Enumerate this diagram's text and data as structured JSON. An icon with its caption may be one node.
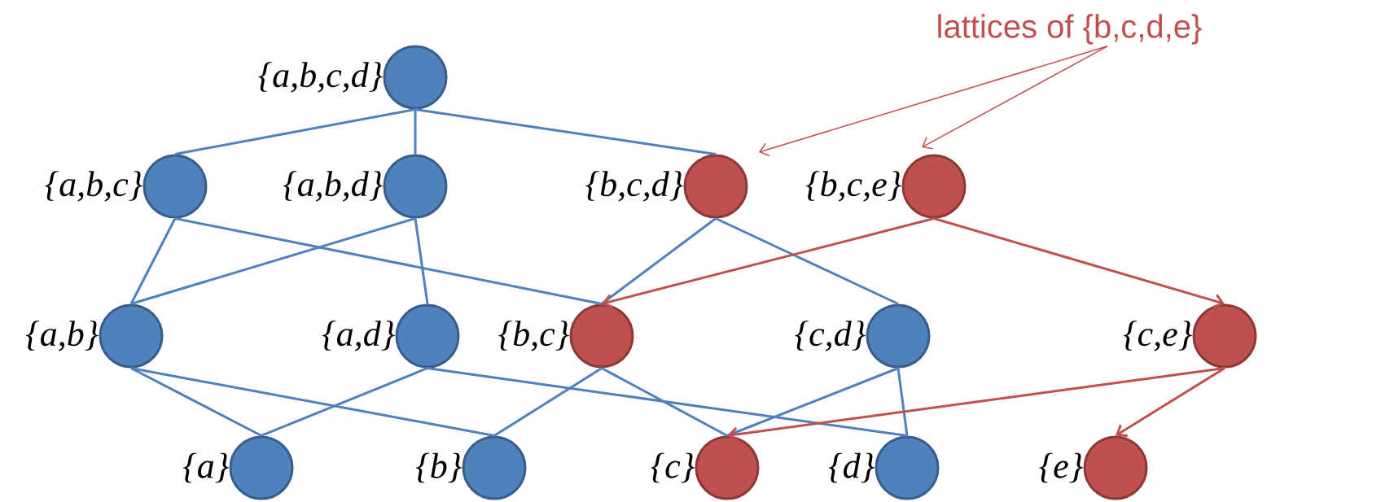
{
  "diagram": {
    "nodes": [
      {
        "text": [
          "lattices of {b,c,d,e}"
        ]
      },
      {
        "text": [
          "{a,b,c,d}"
        ]
      },
      {
        "text": [
          "{a,b,c}"
        ]
      },
      {
        "text": [
          "{a,b,d}"
        ]
      },
      {
        "text": [
          "{b,c,d}"
        ]
      },
      {
        "text": [
          "{b,c,e}"
        ]
      },
      {
        "text": [
          "{a,b}"
        ]
      },
      {
        "text": [
          "{a,d}"
        ]
      },
      {
        "text": [
          "{b,c}"
        ]
      },
      {
        "text": [
          "{c,d}"
        ]
      },
      {
        "text": [
          "{c,e}"
        ]
      },
      {
        "text": [
          "{a}"
        ]
      },
      {
        "text": [
          "{b}"
        ]
      },
      {
        "text": [
          "{c}"
        ]
      },
      {
        "text": [
          "{d}"
        ]
      },
      {
        "text": [
          "{e}"
        ]
      }
    ],
    "edges": [
      {
        "from": 0,
        "to": 4,
        "arrow": "to",
        "color": "#c0504d"
      },
      {
        "from": 0,
        "to": 5,
        "arrow": "to",
        "color": "#c0504d"
      },
      {
        "from": 1,
        "to": 2,
        "arrow": "none"
      },
      {
        "from": 1,
        "to": 3,
        "arrow": "none"
      },
      {
        "from": 1,
        "to": 4,
        "arrow": "none"
      },
      {
        "from": 2,
        "to": 6,
        "arrow": "none"
      },
      {
        "from": 2,
        "to": 8,
        "arrow": "none"
      },
      {
        "from": 3,
        "to": 6,
        "arrow": "none"
      },
      {
        "from": 3,
        "to": 7,
        "arrow": "none"
      },
      {
        "from": 4,
        "to": 8,
        "arrow": "none"
      },
      {
        "from": 4,
        "to": 9,
        "arrow": "none"
      },
      {
        "from": 5,
        "to": 8,
        "arrow": "to",
        "color": "#c0504d"
      },
      {
        "from": 5,
        "to": 10,
        "arrow": "to",
        "color": "#c0504d"
      },
      {
        "from": 6,
        "to": 11,
        "arrow": "none"
      },
      {
        "from": 6,
        "to": 12,
        "arrow": "none"
      },
      {
        "from": 7,
        "to": 11,
        "arrow": "none"
      },
      {
        "from": 7,
        "to": 14,
        "arrow": "none"
      },
      {
        "from": 8,
        "to": 12,
        "arrow": "none"
      },
      {
        "from": 8,
        "to": 13,
        "arrow": "none"
      },
      {
        "from": 9,
        "to": 13,
        "arrow": "none"
      },
      {
        "from": 9,
        "to": 14,
        "arrow": "none"
      },
      {
        "from": 10,
        "to": 13,
        "arrow": "to",
        "color": "#c0504d"
      },
      {
        "from": 10,
        "to": 15,
        "arrow": "to",
        "color": "#c0504d"
      }
    ]
  }
}
